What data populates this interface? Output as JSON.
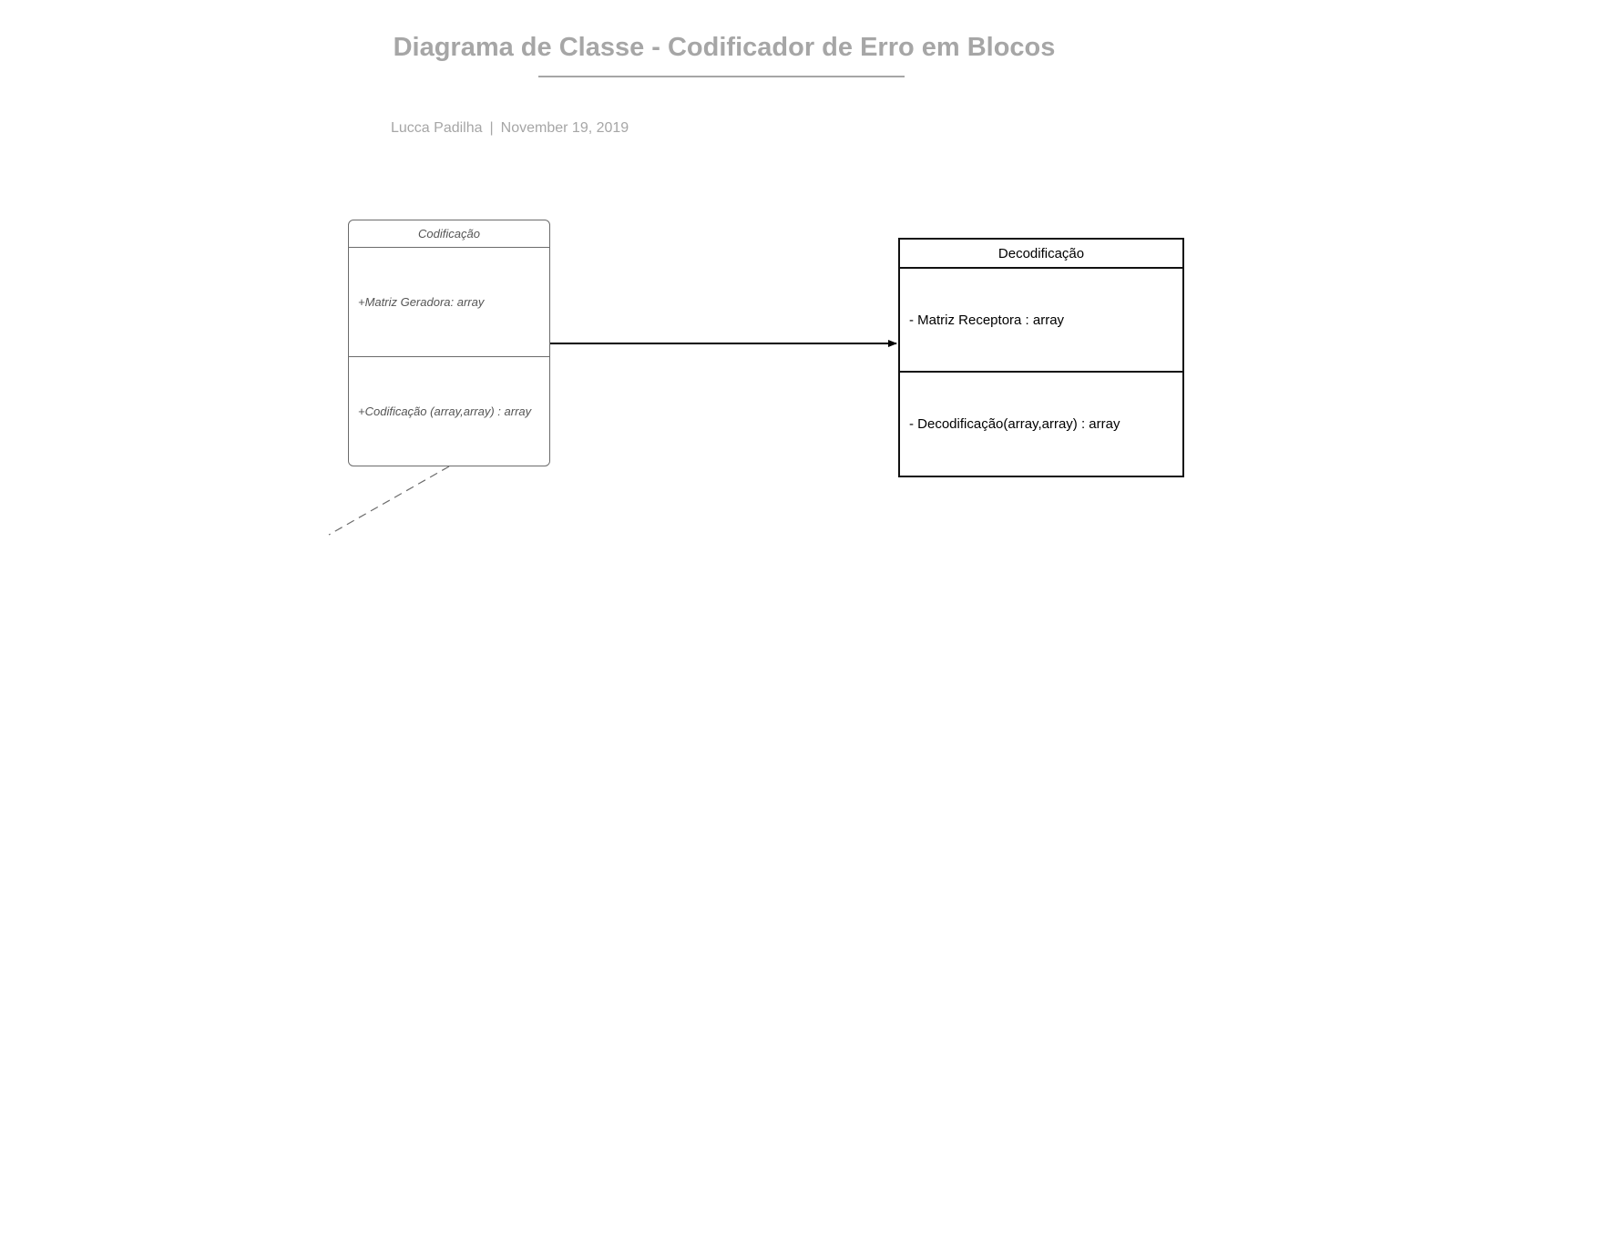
{
  "document": {
    "title": "Diagrama de Classe - Codificador de Erro em Blocos",
    "author": "Lucca Padilha",
    "separator": "|",
    "date": "November 19, 2019"
  },
  "classes": {
    "codificacao": {
      "name": "Codificação",
      "attribute": "+Matriz Geradora: array",
      "operation": "+Codificação (array,array) : array"
    },
    "decodificacao": {
      "name": "Decodificação",
      "attribute": "- Matriz Receptora : array",
      "operation": "- Decodificação(array,array) : array"
    }
  },
  "colors": {
    "title": "#a6a6a6",
    "codificacao_border": "#6b6b6b",
    "codificacao_text": "#555555",
    "decodificacao_border": "#111111",
    "association_line": "#000000",
    "dashed_line": "#6b6b6b"
  },
  "relations": [
    {
      "type": "directed-association",
      "from": "Codificação",
      "to": "Decodificação"
    },
    {
      "type": "dashed-line",
      "from": "Codificação"
    }
  ]
}
